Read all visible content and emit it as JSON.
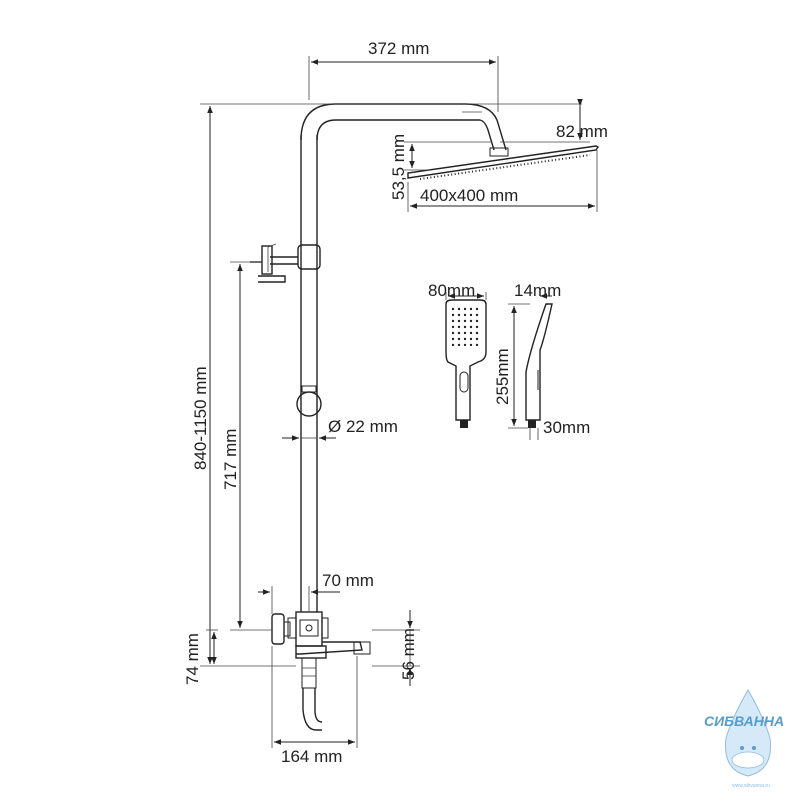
{
  "dimensions": {
    "top_width": "372 mm",
    "head_height": "82 mm",
    "head_offset": "53,5 mm",
    "head_size": "400x400 mm",
    "total_height": "840-1150 mm",
    "slide_height": "717 mm",
    "tube_diameter": "Ø 22 mm",
    "mixer_offset": "70 mm",
    "bottom_left": "74 mm",
    "bottom_right": "56 mm",
    "base_width": "164 mm",
    "hand_width": "80mm",
    "hand_depth": "14mm",
    "hand_length": "255mm",
    "hand_base": "30mm"
  },
  "watermark": {
    "brand": "СИБВАННА",
    "url": "www.sibvanna.ru"
  },
  "colors": {
    "line": "#222222",
    "watermark": "#3a8bc9"
  }
}
